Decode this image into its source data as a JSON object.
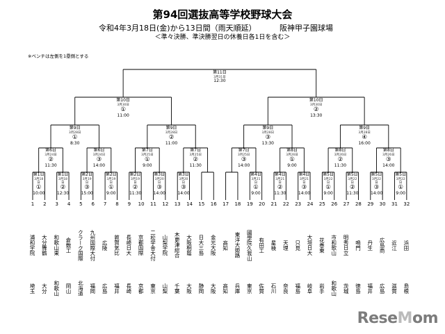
{
  "header": {
    "title": "第94回選抜高等学校野球大会",
    "dates": "令和4年3月18日(金)から13日間（雨天順延）",
    "venue": "阪神甲子園球場",
    "note": "＜準々決勝、準決勝翌日の休養日各1日を含む＞"
  },
  "bench_note": "※ベンチは左側を1塁側とする",
  "bracket": {
    "final": {
      "label": "第11日",
      "date": "3月31日",
      "no": "",
      "time": "12:30"
    },
    "semis": [
      {
        "label": "第10日",
        "date": "3月30日",
        "no": "①",
        "time": "11:00"
      },
      {
        "label": "第10日",
        "date": "3月30日",
        "no": "②",
        "time": "13:30"
      }
    ],
    "quarters": [
      {
        "label": "第9日",
        "date": "3月28日",
        "no": "①",
        "time": "8:30"
      },
      {
        "label": "第9日",
        "date": "3月28日",
        "no": "②",
        "time": "11:00"
      },
      {
        "label": "第9日",
        "date": "3月28日",
        "no": "③",
        "time": "13:30"
      },
      {
        "label": "第9日",
        "date": "3月28日",
        "no": "④",
        "time": "16:00"
      }
    ],
    "round2": [
      {
        "label": "第6日",
        "date": "3月24日",
        "no": "②",
        "time": "11:30"
      },
      {
        "label": "第6日",
        "date": "3月24日",
        "no": "③",
        "time": "14:00"
      },
      {
        "label": "第7日",
        "date": "3月25日",
        "no": "①",
        "time": "9:00"
      },
      {
        "label": "第7日",
        "date": "3月25日",
        "no": "②",
        "time": "11:30"
      },
      {
        "label": "第7日",
        "date": "3月25日",
        "no": "③",
        "time": "14:00"
      },
      {
        "label": "第8日",
        "date": "3月26日",
        "no": "①",
        "time": "9:00"
      },
      {
        "label": "第8日",
        "date": "3月26日",
        "no": "②",
        "time": "11:30"
      },
      {
        "label": "第8日",
        "date": "3月26日",
        "no": "③",
        "time": "14:00"
      }
    ],
    "round1": [
      {
        "label": "第1日",
        "date": "3月18日",
        "no": "①",
        "time": "10:00"
      },
      {
        "label": "第1日",
        "date": "3月18日",
        "no": "②",
        "time": "12:30"
      },
      {
        "label": "第2日",
        "date": "3月19日",
        "no": "③",
        "time": "15:00"
      },
      {
        "label": "第2日",
        "date": "3月19日",
        "no": "①",
        "time": "9:00"
      },
      {
        "label": "第2日",
        "date": "3月19日",
        "no": "②",
        "time": "11:30"
      },
      {
        "label": "第3日",
        "date": "3月20日",
        "no": "③",
        "time": "14:00"
      },
      {
        "label": "第3日",
        "date": "3月20日",
        "no": "③",
        "time": "14:00"
      },
      {
        "label": "第4日",
        "date": "3月21日",
        "no": "①",
        "time": "9:00"
      },
      {
        "label": "第4日",
        "date": "3月21日",
        "no": "②",
        "time": "11:30"
      },
      {
        "label": "第4日",
        "date": "3月21日",
        "no": "③",
        "time": "14:00"
      },
      {
        "label": "第5日",
        "date": "3月22日",
        "no": "①",
        "time": "9:00"
      },
      {
        "label": "第5日",
        "date": "3月22日",
        "no": "②",
        "time": "11:30"
      },
      {
        "label": "第5日",
        "date": "3月22日",
        "no": "③",
        "time": "14:00"
      },
      {
        "label": "第5日",
        "date": "3月22日",
        "no": "①",
        "time": "9:00"
      }
    ]
  },
  "teams": [
    {
      "no": "1",
      "school": "浦和学院",
      "pref": "埼玉"
    },
    {
      "no": "2",
      "school": "大分舞鶴",
      "pref": "大分"
    },
    {
      "no": "3",
      "school": "和歌山東",
      "pref": "和歌山"
    },
    {
      "no": "4",
      "school": "倉敷工",
      "pref": "岡山"
    },
    {
      "no": "5",
      "school": "クラーク国際",
      "pref": "北海道"
    },
    {
      "no": "6",
      "school": "九州国際大付",
      "pref": "福岡"
    },
    {
      "no": "7",
      "school": "広陵",
      "pref": "広島"
    },
    {
      "no": "8",
      "school": "敦賀気比",
      "pref": "福井"
    },
    {
      "no": "9",
      "school": "長崎日大",
      "pref": "長崎"
    },
    {
      "no": "10",
      "school": "京都国際",
      "pref": "京都"
    },
    {
      "no": "11",
      "school": "二松学舎大付",
      "pref": "東京"
    },
    {
      "no": "12",
      "school": "山梨学院",
      "pref": "山梨"
    },
    {
      "no": "13",
      "school": "木更津総合",
      "pref": "千葉"
    },
    {
      "no": "14",
      "school": "大阪桐蔭",
      "pref": "大阪"
    },
    {
      "no": "15",
      "school": "日大三島",
      "pref": "静岡"
    },
    {
      "no": "16",
      "school": "金光大阪",
      "pref": "大阪"
    },
    {
      "no": "17",
      "school": "高知",
      "pref": "高知"
    },
    {
      "no": "18",
      "school": "東洋大姫路",
      "pref": "兵庫"
    },
    {
      "no": "19",
      "school": "國學院久我山",
      "pref": "東京"
    },
    {
      "no": "20",
      "school": "有田工",
      "pref": "佐賀"
    },
    {
      "no": "21",
      "school": "星稜",
      "pref": "石川"
    },
    {
      "no": "22",
      "school": "天理",
      "pref": "奈良"
    },
    {
      "no": "23",
      "school": "只見",
      "pref": "福島"
    },
    {
      "no": "24",
      "school": "大垣日大",
      "pref": "岐阜"
    },
    {
      "no": "25",
      "school": "花巻東",
      "pref": "岩手"
    },
    {
      "no": "26",
      "school": "市和歌山",
      "pref": "和歌山"
    },
    {
      "no": "27",
      "school": "明秀日立",
      "pref": "茨城"
    },
    {
      "no": "28",
      "school": "鳴門",
      "pref": "徳島"
    },
    {
      "no": "29",
      "school": "丹生",
      "pref": "福井"
    },
    {
      "no": "30",
      "school": "広島商",
      "pref": "広島"
    },
    {
      "no": "31",
      "school": "近江",
      "pref": "滋賀"
    },
    {
      "no": "32",
      "school": "浜田",
      "pref": "島根"
    }
  ],
  "watermark": "ReseMom",
  "colors": {
    "lines": "#000000",
    "watermark": "#7c7c7c"
  }
}
